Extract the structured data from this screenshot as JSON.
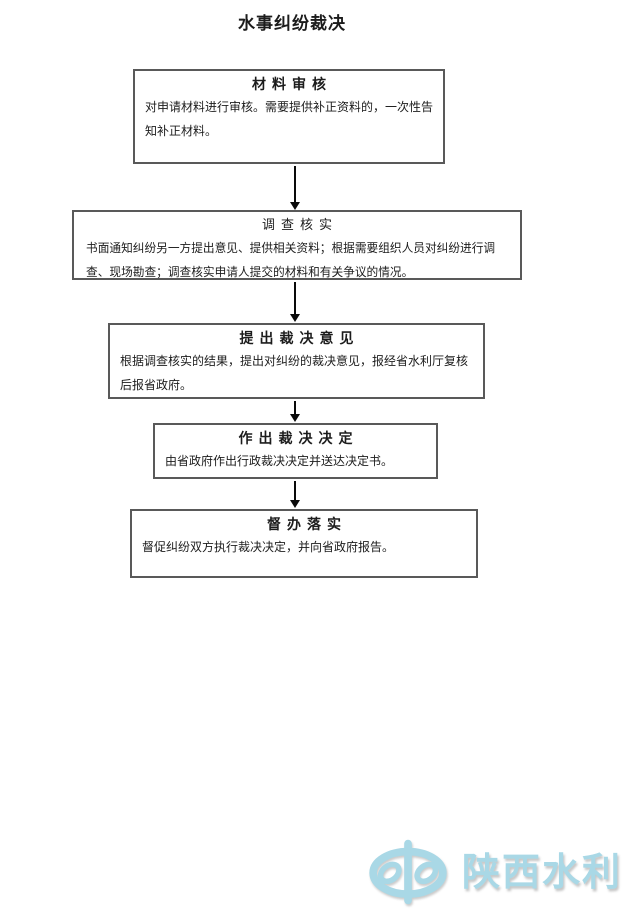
{
  "page_title": "水事纠纷裁决",
  "flowchart": {
    "steps": [
      {
        "title": "材料审核",
        "body": "对申请材料进行审核。需要提供补正资料的，一次性告知补正材料。"
      },
      {
        "title": "调查核实",
        "body": "书面通知纠纷另一方提出意见、提供相关资料；根据需要组织人员对纠纷进行调查、现场勘查；调查核实申请人提交的材料和有关争议的情况。"
      },
      {
        "title": "提出裁决意见",
        "body": "根据调查核实的结果，提出对纠纷的裁决意见，报经省水利厅复核后报省政府。"
      },
      {
        "title": "作出裁决决定",
        "body": "由省政府作出行政裁决决定并送达决定书。"
      },
      {
        "title": "督办落实",
        "body": "督促纠纷双方执行裁决决定，并向省政府报告。"
      }
    ]
  },
  "footer_logo": {
    "text": "陕西水利",
    "icon": "water-resources-logo-icon"
  },
  "colors": {
    "border-color": "#595959",
    "text-color": "#1c1c1c",
    "arrow-color": "#0a0a0a",
    "logo-blue": "#a9d8e6",
    "page-bg": "#ffffff"
  }
}
